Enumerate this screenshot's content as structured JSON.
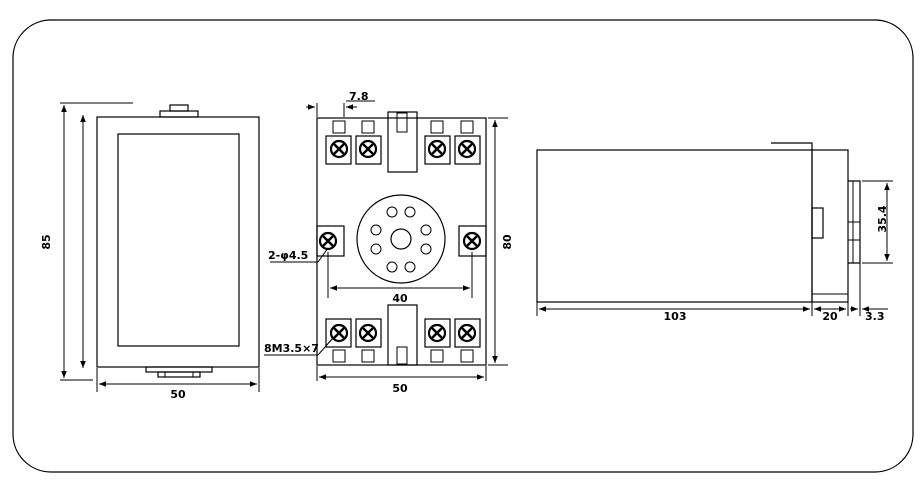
{
  "front_view": {
    "height_label": "85",
    "width_label": "50"
  },
  "socket_view": {
    "top_offset_label": "7.8",
    "mount_hole_label": "2-φ4.5",
    "hole_spacing_label": "40",
    "height_label": "80",
    "terminal_label": "8M3.5×7",
    "width_label": "50"
  },
  "side_view": {
    "body_length_label": "103",
    "socket_depth_label": "20",
    "rail_depth_label": "3.3",
    "rail_height_label": "35.4"
  }
}
